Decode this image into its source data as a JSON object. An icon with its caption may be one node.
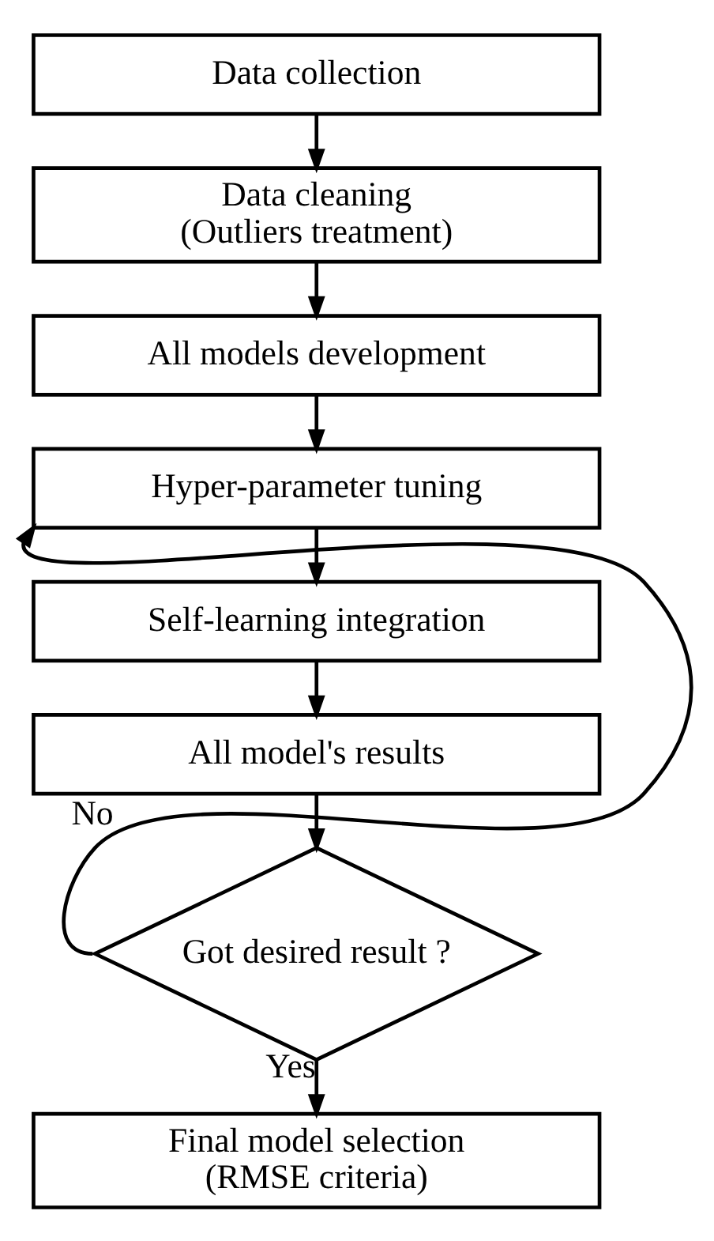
{
  "diagram": {
    "nodes": [
      {
        "text": [
          "Data collection"
        ]
      },
      {
        "text": [
          "Data cleaning (Outliers treatment)"
        ]
      },
      {
        "text": [
          "All models development"
        ]
      },
      {
        "text": [
          "Hyper-parameter tuning"
        ]
      },
      {
        "text": [
          "Self-learning integration"
        ]
      },
      {
        "text": [
          "All model's results"
        ]
      },
      {
        "text": [
          "Got desired result ?"
        ]
      },
      {
        "text": [
          "Final model selection (RMSE criteria)"
        ]
      }
    ],
    "edges": [
      {
        "from": 0,
        "to": 1,
        "arrow": "to"
      },
      {
        "from": 1,
        "to": 2,
        "arrow": "to"
      },
      {
        "from": 2,
        "to": 3,
        "arrow": "to"
      },
      {
        "from": 3,
        "to": 4,
        "arrow": "to"
      },
      {
        "from": 4,
        "to": 5,
        "arrow": "to"
      },
      {
        "from": 5,
        "to": 6,
        "arrow": "to"
      },
      {
        "from": 6,
        "to": 3,
        "arrow": "to",
        "label": "No"
      },
      {
        "from": 6,
        "to": 7,
        "arrow": "to",
        "label": "Yes"
      }
    ]
  }
}
